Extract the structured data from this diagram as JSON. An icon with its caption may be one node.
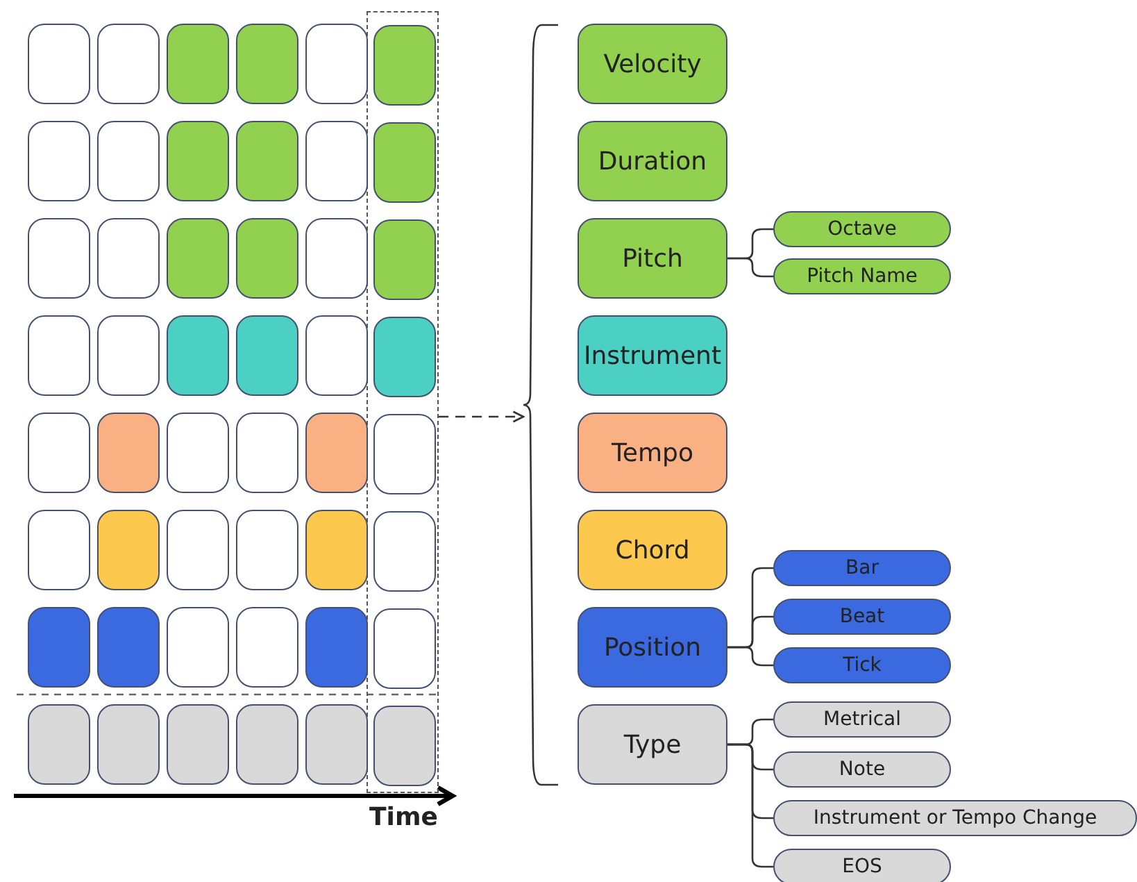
{
  "diagram": {
    "nodes": [
      {
        "text": [],
        "shape": "box"
      },
      {
        "text": [],
        "shape": "box"
      },
      {
        "text": [],
        "shape": "box"
      },
      {
        "text": [],
        "shape": "box"
      },
      {
        "text": [],
        "shape": "box"
      },
      {
        "text": [],
        "shape": "box"
      },
      {
        "text": [],
        "shape": "box",
        "in": 0
      },
      {
        "text": [],
        "shape": "box"
      },
      {
        "text": [],
        "shape": "box"
      },
      {
        "text": [],
        "shape": "box"
      },
      {
        "text": [],
        "shape": "box"
      },
      {
        "text": [],
        "shape": "box"
      },
      {
        "text": [],
        "shape": "box",
        "in": 0
      },
      {
        "text": [],
        "shape": "box"
      },
      {
        "text": [],
        "shape": "box"
      },
      {
        "text": [],
        "shape": "box"
      },
      {
        "text": [],
        "shape": "box"
      },
      {
        "text": [],
        "shape": "box"
      },
      {
        "text": [],
        "shape": "box",
        "in": 0
      },
      {
        "text": [],
        "shape": "box"
      },
      {
        "text": [],
        "shape": "box"
      },
      {
        "text": [],
        "shape": "box"
      },
      {
        "text": [],
        "shape": "box"
      },
      {
        "text": [],
        "shape": "box"
      },
      {
        "text": [],
        "shape": "box",
        "in": 0
      },
      {
        "text": [],
        "shape": "box"
      },
      {
        "text": [],
        "shape": "box"
      },
      {
        "text": [],
        "shape": "box"
      },
      {
        "text": [],
        "shape": "box"
      },
      {
        "text": [],
        "shape": "box"
      },
      {
        "text": [],
        "shape": "box",
        "in": 0
      },
      {
        "text": [],
        "shape": "box"
      },
      {
        "text": [],
        "shape": "box"
      },
      {
        "text": [],
        "shape": "box"
      },
      {
        "text": [],
        "shape": "box"
      },
      {
        "text": [],
        "shape": "box"
      },
      {
        "text": [],
        "shape": "box",
        "in": 0
      },
      {
        "text": [],
        "shape": "box"
      },
      {
        "text": [],
        "shape": "box"
      },
      {
        "text": [],
        "shape": "box"
      },
      {
        "text": [],
        "shape": "box"
      },
      {
        "text": [],
        "shape": "box"
      },
      {
        "text": [],
        "shape": "box",
        "in": 0
      },
      {
        "text": [],
        "shape": "box"
      },
      {
        "text": [],
        "shape": "box"
      },
      {
        "text": [],
        "shape": "box"
      },
      {
        "text": [],
        "shape": "box"
      },
      {
        "text": [],
        "shape": "box"
      },
      {
        "text": [],
        "shape": "box",
        "in": 0
      },
      {
        "text": [
          "Velocity"
        ]
      },
      {
        "text": [
          "Duration"
        ]
      },
      {
        "text": [
          "Pitch"
        ]
      },
      {
        "text": [
          "Octave"
        ]
      },
      {
        "text": [
          "Pitch Name"
        ]
      },
      {
        "text": [
          "Instrument"
        ]
      },
      {
        "text": [
          "Tempo"
        ]
      },
      {
        "text": [
          "Chord"
        ]
      },
      {
        "text": [
          "Position"
        ]
      },
      {
        "text": [
          "Bar"
        ]
      },
      {
        "text": [
          "Beat"
        ]
      },
      {
        "text": [
          "Tick"
        ]
      },
      {
        "text": [
          "Type"
        ]
      },
      {
        "text": [
          "Metrical"
        ]
      },
      {
        "text": [
          "Note"
        ]
      },
      {
        "text": [
          "Instrument or Tempo Change"
        ]
      },
      {
        "text": [
          "EOS"
        ]
      },
      {
        "text": [],
        "shape": "brace"
      }
    ],
    "edges": [
      {
        "from": 0,
        "to": 66,
        "arrow": "to",
        "style": "dashed"
      },
      {
        "from": 51,
        "to": 52,
        "arrow": "none"
      },
      {
        "from": 51,
        "to": 53,
        "arrow": "none"
      },
      {
        "from": 57,
        "to": 58,
        "arrow": "none"
      },
      {
        "from": 57,
        "to": 59,
        "arrow": "none"
      },
      {
        "from": 57,
        "to": 60,
        "arrow": "none"
      },
      {
        "from": 61,
        "to": 62,
        "arrow": "none"
      },
      {
        "from": 61,
        "to": 63,
        "arrow": "none"
      },
      {
        "from": 61,
        "to": 64,
        "arrow": "none"
      },
      {
        "from": 61,
        "to": 65,
        "arrow": "none"
      }
    ],
    "labels": [
      "Time"
    ]
  }
}
